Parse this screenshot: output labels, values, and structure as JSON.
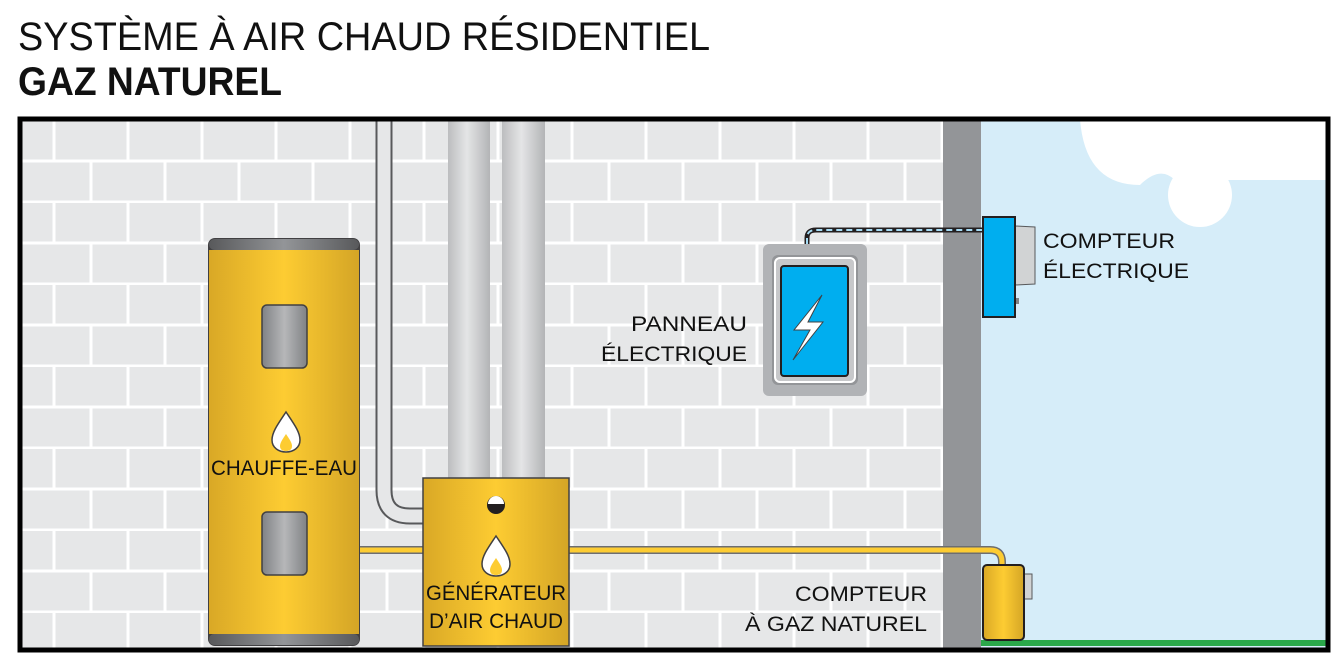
{
  "title": {
    "line1": "SYSTÈME À AIR CHAUD RÉSIDENTIEL",
    "line2": "GAZ NATUREL"
  },
  "labels": {
    "water_heater": "CHAUFFE-EAU",
    "furnace_line1": "GÉNÉRATEUR",
    "furnace_line2": "D’AIR CHAUD",
    "panel_line1": "PANNEAU",
    "panel_line2": "ÉLECTRIQUE",
    "electric_meter_line1": "COMPTEUR",
    "electric_meter_line2": "ÉLECTRIQUE",
    "gas_meter_line1": "COMPTEUR",
    "gas_meter_line2": "À GAZ NATUREL"
  },
  "colors": {
    "gold": "#f2c12e",
    "blue": "#00aeef",
    "sky": "#d6edf9",
    "wall": "#e6e7e8",
    "ground": "#2aa84a"
  }
}
